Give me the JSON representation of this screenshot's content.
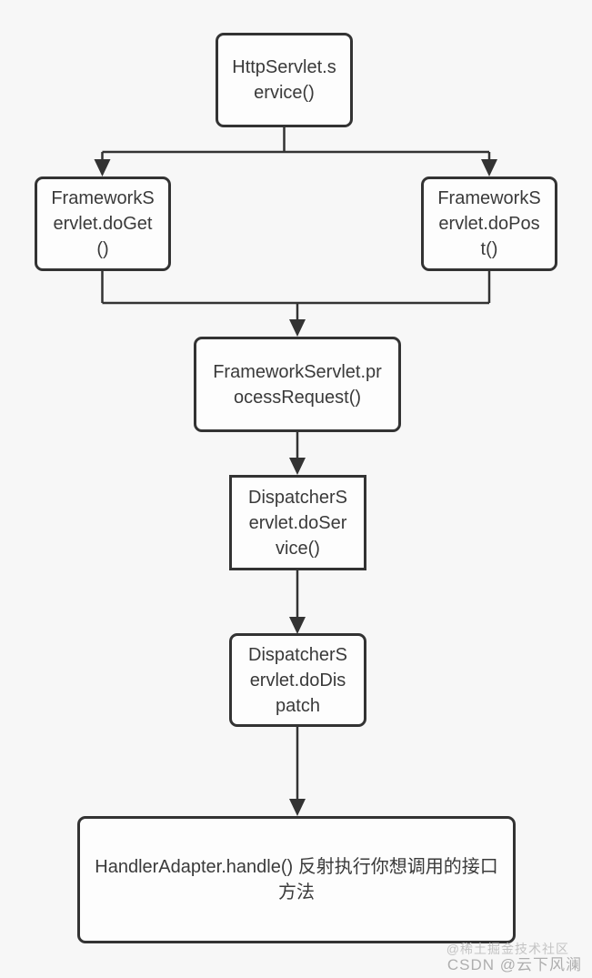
{
  "diagram": {
    "type": "flowchart",
    "nodes": [
      {
        "id": "http-servlet-service",
        "label": "HttpServlet.service()",
        "lines": [
          "HttpServlet.s",
          "ervice()"
        ]
      },
      {
        "id": "framework-servlet-doget",
        "label": "FrameworkServlet.doGet()",
        "lines": [
          "FrameworkS",
          "ervlet.doGet",
          "()"
        ]
      },
      {
        "id": "framework-servlet-dopost",
        "label": "FrameworkServlet.doPost()",
        "lines": [
          "FrameworkS",
          "ervlet.doPos",
          "t()"
        ]
      },
      {
        "id": "framework-servlet-processrequest",
        "label": "FrameworkServlet.processRequest()",
        "lines": [
          "FrameworkServlet.pr",
          "ocessRequest()"
        ]
      },
      {
        "id": "dispatcher-servlet-doservice",
        "label": "DispatcherServlet.doService()",
        "lines": [
          "DispatcherS",
          "ervlet.doSer",
          "vice()"
        ]
      },
      {
        "id": "dispatcher-servlet-dodispatch",
        "label": "DispatcherServlet.doDispatch",
        "lines": [
          "DispatcherS",
          "ervlet.doDis",
          "patch"
        ]
      },
      {
        "id": "handler-adapter-handle",
        "label": "HandlerAdapter.handle() 反射执行你想调用的接口方法",
        "lines": [
          "HandlerAdapter.handle() 反射执行你想调用的接口",
          "方法"
        ]
      }
    ],
    "edges": [
      {
        "from": "http-servlet-service",
        "to": "framework-servlet-doget"
      },
      {
        "from": "http-servlet-service",
        "to": "framework-servlet-dopost"
      },
      {
        "from": "framework-servlet-doget",
        "to": "framework-servlet-processrequest"
      },
      {
        "from": "framework-servlet-dopost",
        "to": "framework-servlet-processrequest"
      },
      {
        "from": "framework-servlet-processrequest",
        "to": "dispatcher-servlet-doservice"
      },
      {
        "from": "dispatcher-servlet-doservice",
        "to": "dispatcher-servlet-dodispatch"
      },
      {
        "from": "dispatcher-servlet-dodispatch",
        "to": "handler-adapter-handle"
      }
    ]
  },
  "watermark": {
    "line1": "@稀土掘金技术社区",
    "line2": "CSDN @云下风澜"
  },
  "colors": {
    "background": "#f7f7f7",
    "node_fill": "#fdfdfd",
    "node_border": "#333333",
    "text": "#3a3a3a",
    "connector": "#333333",
    "watermark_light": "#c3c3c3",
    "watermark_dark": "#aeaeae"
  }
}
